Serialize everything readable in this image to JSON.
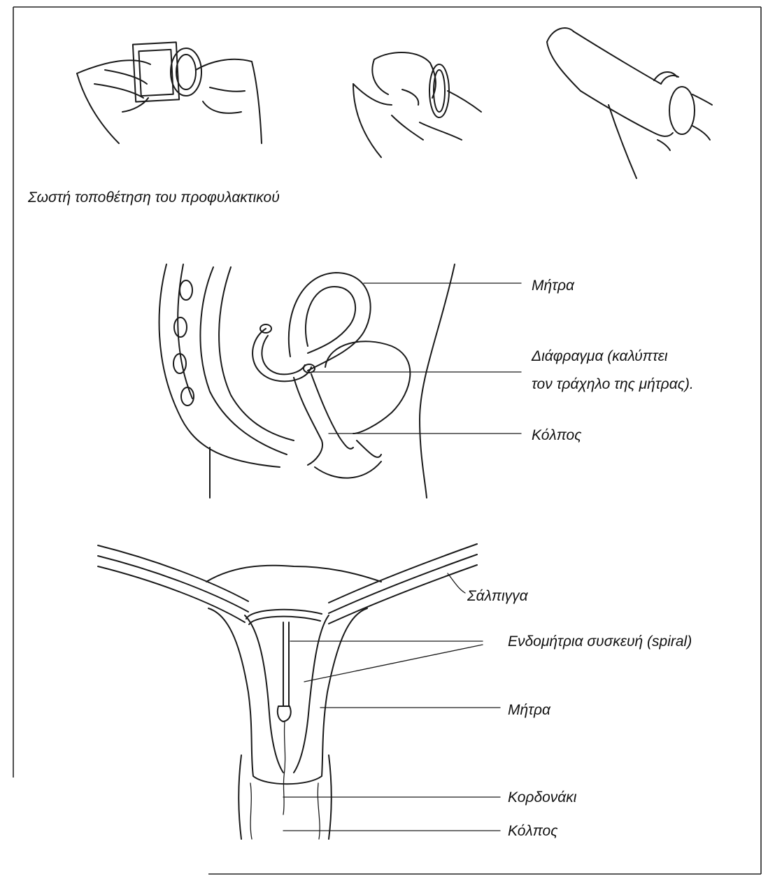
{
  "condom": {
    "caption": "Σωστή τοποθέτηση του προφυλακτικού"
  },
  "side_view": {
    "uterus_label": "Μήτρα",
    "diaphragm_label_line1": "Διάφραγμα (καλύπτει",
    "diaphragm_label_line2": "τον τράχηλο της μήτρας).",
    "vagina_label": "Κόλπος"
  },
  "front_view": {
    "tube_label": "Σάλπιγγα",
    "iud_label": "Ενδομήτρια συσκευή (spiral)",
    "uterus_label": "Μήτρα",
    "string_label": "Κορδονάκι",
    "vagina_label": "Κόλπος"
  },
  "colors": {
    "line": "#1a1a1a",
    "background": "#ffffff"
  }
}
